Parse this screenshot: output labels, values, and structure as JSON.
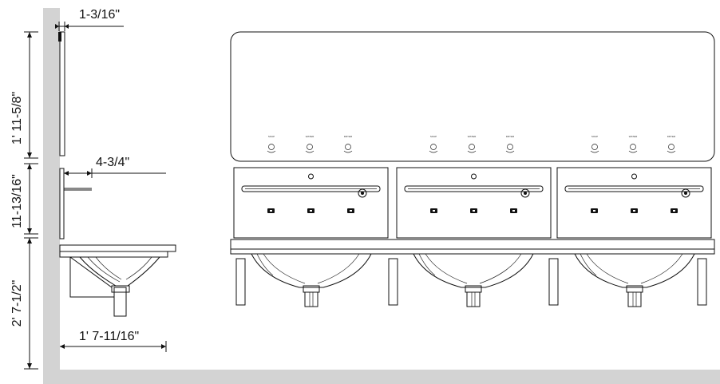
{
  "dimensions": {
    "panel_thickness": "1-3/16\"",
    "mirror_height": "1' 11-5/8\"",
    "dryer_depth": "4-3/4\"",
    "dryer_zone_height": "11-13/16\"",
    "counter_height": "2' 7-1/2\"",
    "counter_depth": "1' 7-11/16\""
  },
  "sink_units": [
    {
      "id": "unit-1",
      "fixture_labels": [
        "SOAP",
        "WATER",
        "DRYER"
      ]
    },
    {
      "id": "unit-2",
      "fixture_labels": [
        "SOAP",
        "WATER",
        "DRYER"
      ]
    },
    {
      "id": "unit-3",
      "fixture_labels": [
        "SOAP",
        "WATER",
        "DRYER"
      ]
    }
  ],
  "colors": {
    "wall_floor": "#d3d3d3",
    "line": "#111111",
    "background": "#ffffff"
  }
}
